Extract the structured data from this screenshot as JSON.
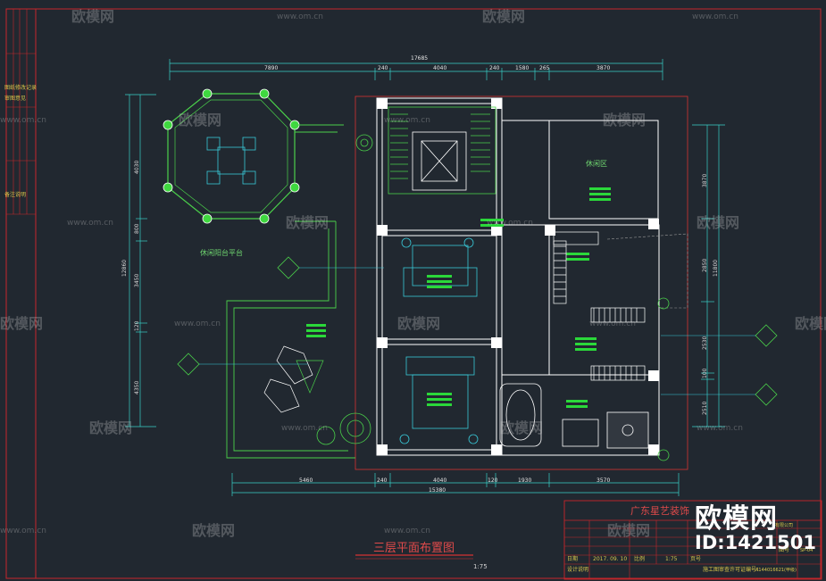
{
  "drawing": {
    "title": "三层平面布置图",
    "scale": "1:75"
  },
  "dimensions": {
    "top_total": "17685",
    "top_segments": [
      "7890",
      "240",
      "4040",
      "240",
      "1580",
      "265",
      "3870"
    ],
    "bottom_total": "15380",
    "bottom_segments": [
      "5460",
      "240",
      "4040",
      "120",
      "1930",
      "3570"
    ],
    "left_total": "12860",
    "left_segments": [
      "4030",
      "800",
      "3450",
      "120",
      "4350"
    ],
    "right_total": "11800",
    "right_segments": [
      "3870",
      "2850",
      "2530",
      "100",
      "2510"
    ]
  },
  "room_labels": {
    "leisure": "休闲区",
    "balcony_note": "休闲阳台平台"
  },
  "left_strip_labels": [
    "图纸修改记录",
    "审图意见",
    "备注说明"
  ],
  "title_block": {
    "company": "广东星艺装饰",
    "company_line": "有限公司",
    "date_label": "日期",
    "date_value": "2017. 09. 10",
    "scale_label": "比例",
    "scale_value": "1:75",
    "design_label": "设计说明",
    "drawing_no_label": "图号",
    "drawing_no_value": "SP-04",
    "page_label": "页号",
    "cert_label": "施工图审查许可证编号：",
    "cert_value": "A144016621(甲级)"
  },
  "watermarks": {
    "brand": "欧模网",
    "url": "www.om.cn",
    "big_brand": "欧模网",
    "id_text": "ID:1421501"
  }
}
